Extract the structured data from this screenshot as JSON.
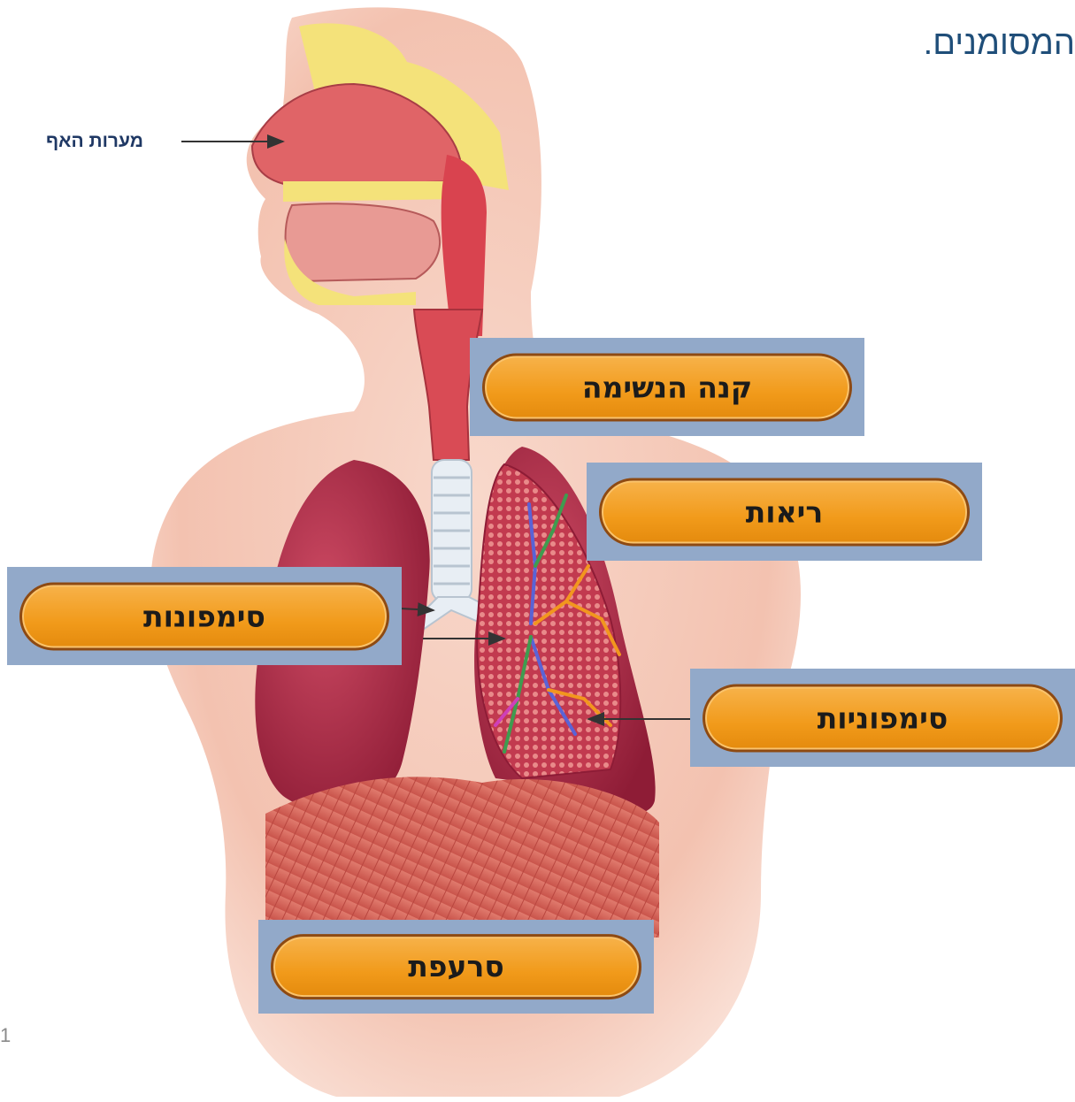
{
  "heading": "המסומנים.",
  "page_number": "1",
  "labels": {
    "nasal_cavity": "מערות האף",
    "trachea": "קנה הנשימה",
    "lungs": "ריאות",
    "bronchi": "סימפונות",
    "bronchioles": "סימפוניות",
    "diaphragm": "סרעפת"
  },
  "colors": {
    "label_box": "#92a9c9",
    "pill_fill": "#f19a1a",
    "pill_border": "#8e4a12",
    "heading_text": "#1f4e79",
    "skin": "#f3c4b2",
    "lung": "#b02a45",
    "trachea": "#d94b55",
    "diaphragm": "#d8685e"
  }
}
